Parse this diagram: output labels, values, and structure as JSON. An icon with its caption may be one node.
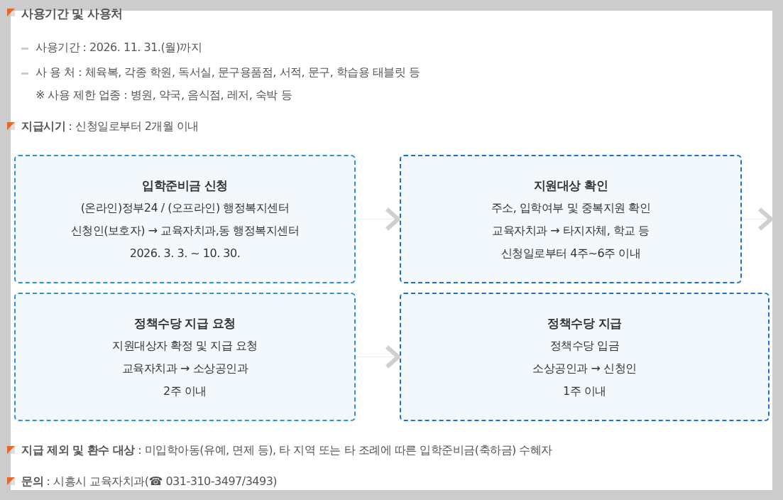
{
  "diagram": {
    "nodes": [
      {
        "text": [
          "입학준비금 신청",
          "(온라인)정부24 / (오프라인) 행정복지센터",
          "신청인(보호자) → 교육자치과,동 행정복지센터",
          "2026. 3. 3. ~ 10. 30."
        ]
      },
      {
        "text": [
          "지원대상 확인",
          "주소, 입학여부 및 중복지원 확인",
          "교육자치과 → 타지자체, 학교 등",
          "신청일로부터 4주~6주 이내"
        ]
      },
      {
        "text": [
          "정책수당 지급 요청",
          "지원대상자 확정 및 지급 요청",
          "교육자치과 → 소상공인과",
          "2주 이내"
        ]
      },
      {
        "text": [
          "정책수당 지급",
          "정책수당 입금",
          "소상공인과 → 신청인",
          "1주 이내"
        ]
      }
    ],
    "edges": [
      {
        "from": 0,
        "to": 1,
        "arrow": "to"
      },
      {
        "from": 1,
        "to": null,
        "arrow": "to"
      },
      {
        "from": 2,
        "to": 3,
        "arrow": "to"
      }
    ],
    "labels": [
      "사용기간 및 사용처",
      "사용기간 : 2026. 11. 31.(월)까지",
      "사 용 처 : 체육복, 각종 학원, 독서실, 문구용품점, 서적, 문구, 학습용 태블릿 등",
      "※ 사용 제한 업종 : 병원, 약국, 음식점, 레저, 숙박 등",
      "**지급시기** : 신청일로부터 2개월 이내",
      "**지급 제외 및 환수 대상** : 미입학아동(유예, 면제 등), 타 지역 또는 타 조례에 따른 입학준비금(축하금) 수혜자",
      "**문의** : 시흥시 교육자치과(☎ 031-310-3497/3493)"
    ]
  }
}
